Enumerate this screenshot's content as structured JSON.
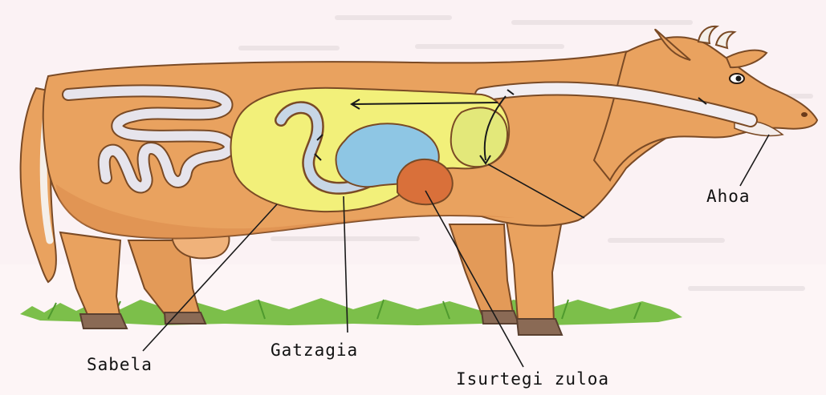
{
  "colors": {
    "background": "#fbf2f4",
    "body": "#e9a25f",
    "body_shade": "#d9874a",
    "rumen": "#f2f07a",
    "abomasum": "#8ec6e4",
    "omasum": "#d9703a",
    "intestine": "#e6e4ec",
    "grass": "#7cbf4a",
    "hoof": "#8a6a55",
    "label_text": "#111111"
  },
  "labels": {
    "ahoa": "Ahoa",
    "sabela": "Sabela",
    "gatzagia": "Gatzagia",
    "isurtegi": "Isurtegi zuloa"
  }
}
